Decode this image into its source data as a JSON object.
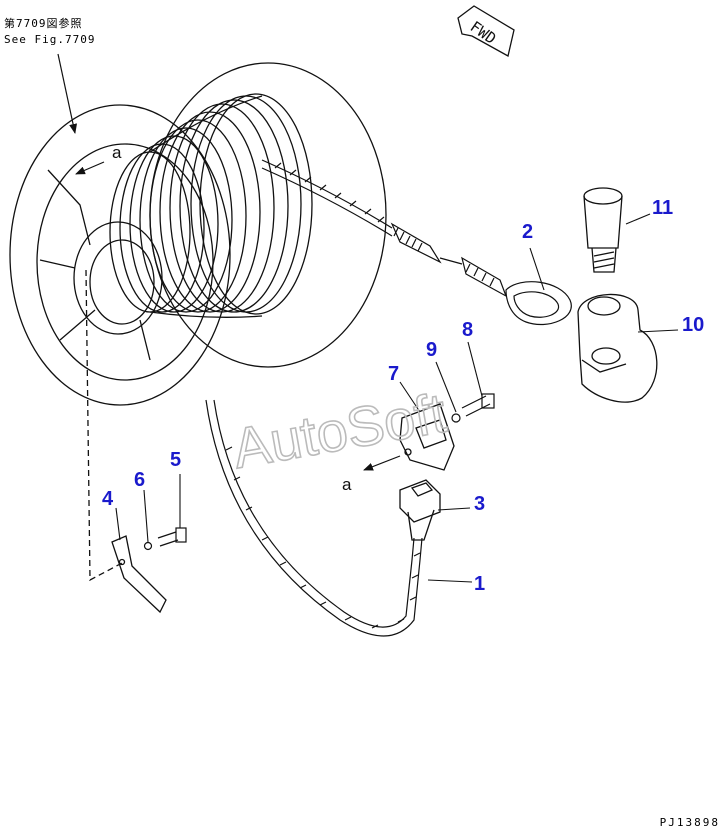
{
  "reference": {
    "line1": "第7709図参照",
    "line2": "See Fig.7709"
  },
  "fwd_label": "FWD",
  "view_marker": "a",
  "watermark": "AutoSoft",
  "drawing_code": "PJ13898",
  "callouts": [
    "1",
    "2",
    "3",
    "4",
    "5",
    "6",
    "7",
    "8",
    "9",
    "10",
    "11"
  ],
  "colors": {
    "callout": "#1a1acc",
    "line": "#111111",
    "watermark": "#bbbbbb"
  }
}
